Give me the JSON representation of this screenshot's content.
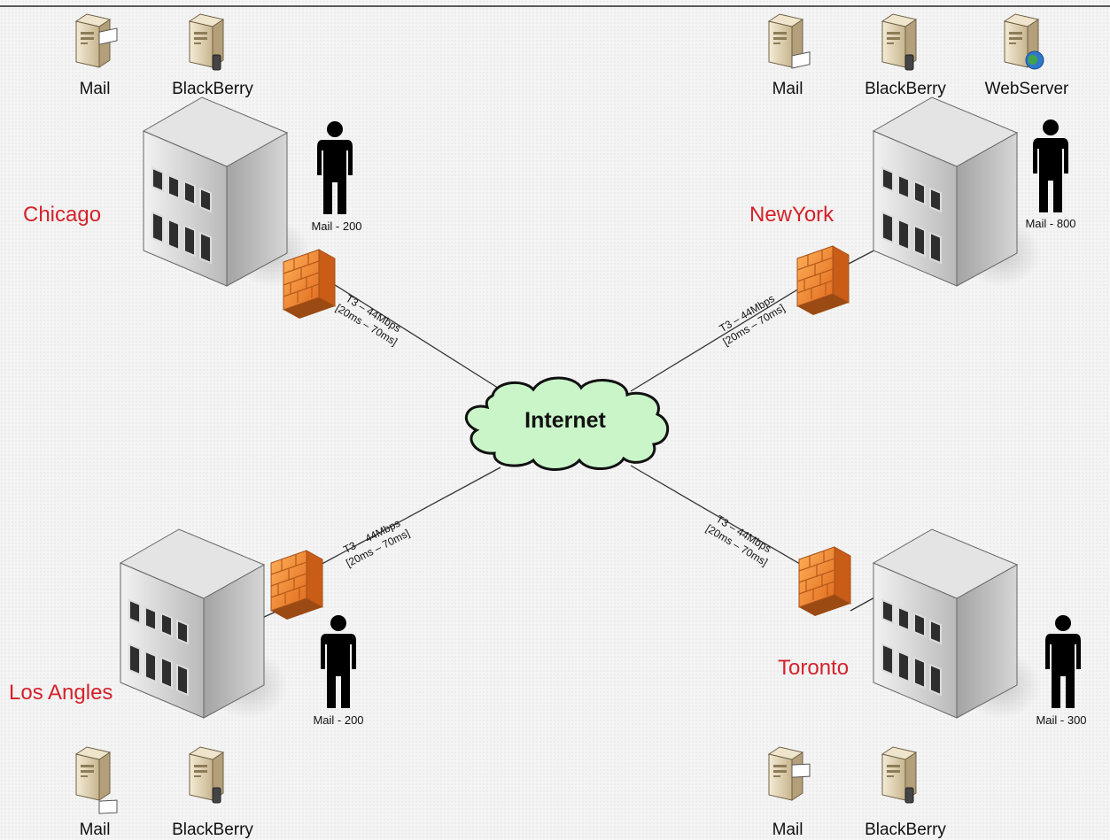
{
  "diagram": {
    "center": {
      "label": "Internet"
    },
    "sites": [
      {
        "id": "chicago",
        "city": "Chicago",
        "users": "Mail - 200",
        "servers": [
          {
            "icon": "mail-server-icon",
            "label": "Mail"
          },
          {
            "icon": "blackberry-server-icon",
            "label": "BlackBerry"
          }
        ],
        "link": {
          "line1": "T3 – 44Mbps",
          "line2": "[20ms – 70ms]"
        }
      },
      {
        "id": "newyork",
        "city": "NewYork",
        "users": "Mail - 800",
        "servers": [
          {
            "icon": "mail-server-icon",
            "label": "Mail"
          },
          {
            "icon": "blackberry-server-icon",
            "label": "BlackBerry"
          },
          {
            "icon": "web-server-icon",
            "label": "WebServer"
          }
        ],
        "link": {
          "line1": "T3 – 44Mbps",
          "line2": "[20ms – 70ms]"
        }
      },
      {
        "id": "losangeles",
        "city": "Los Angles",
        "users": "Mail - 200",
        "servers": [
          {
            "icon": "mail-server-icon",
            "label": "Mail"
          },
          {
            "icon": "blackberry-server-icon",
            "label": "BlackBerry"
          }
        ],
        "link": {
          "line1": "T3 – 44Mbps",
          "line2": "[20ms – 70ms]"
        }
      },
      {
        "id": "toronto",
        "city": "Toronto",
        "users": "Mail - 300",
        "servers": [
          {
            "icon": "mail-server-icon",
            "label": "Mail"
          },
          {
            "icon": "blackberry-server-icon",
            "label": "BlackBerry"
          }
        ],
        "link": {
          "line1": "T3 – 44Mbps",
          "line2": "[20ms – 70ms]"
        }
      }
    ],
    "colors": {
      "city_text": "#d4222a",
      "cloud_fill": "#c9f5c9",
      "firewall": "#f08a2c"
    }
  }
}
